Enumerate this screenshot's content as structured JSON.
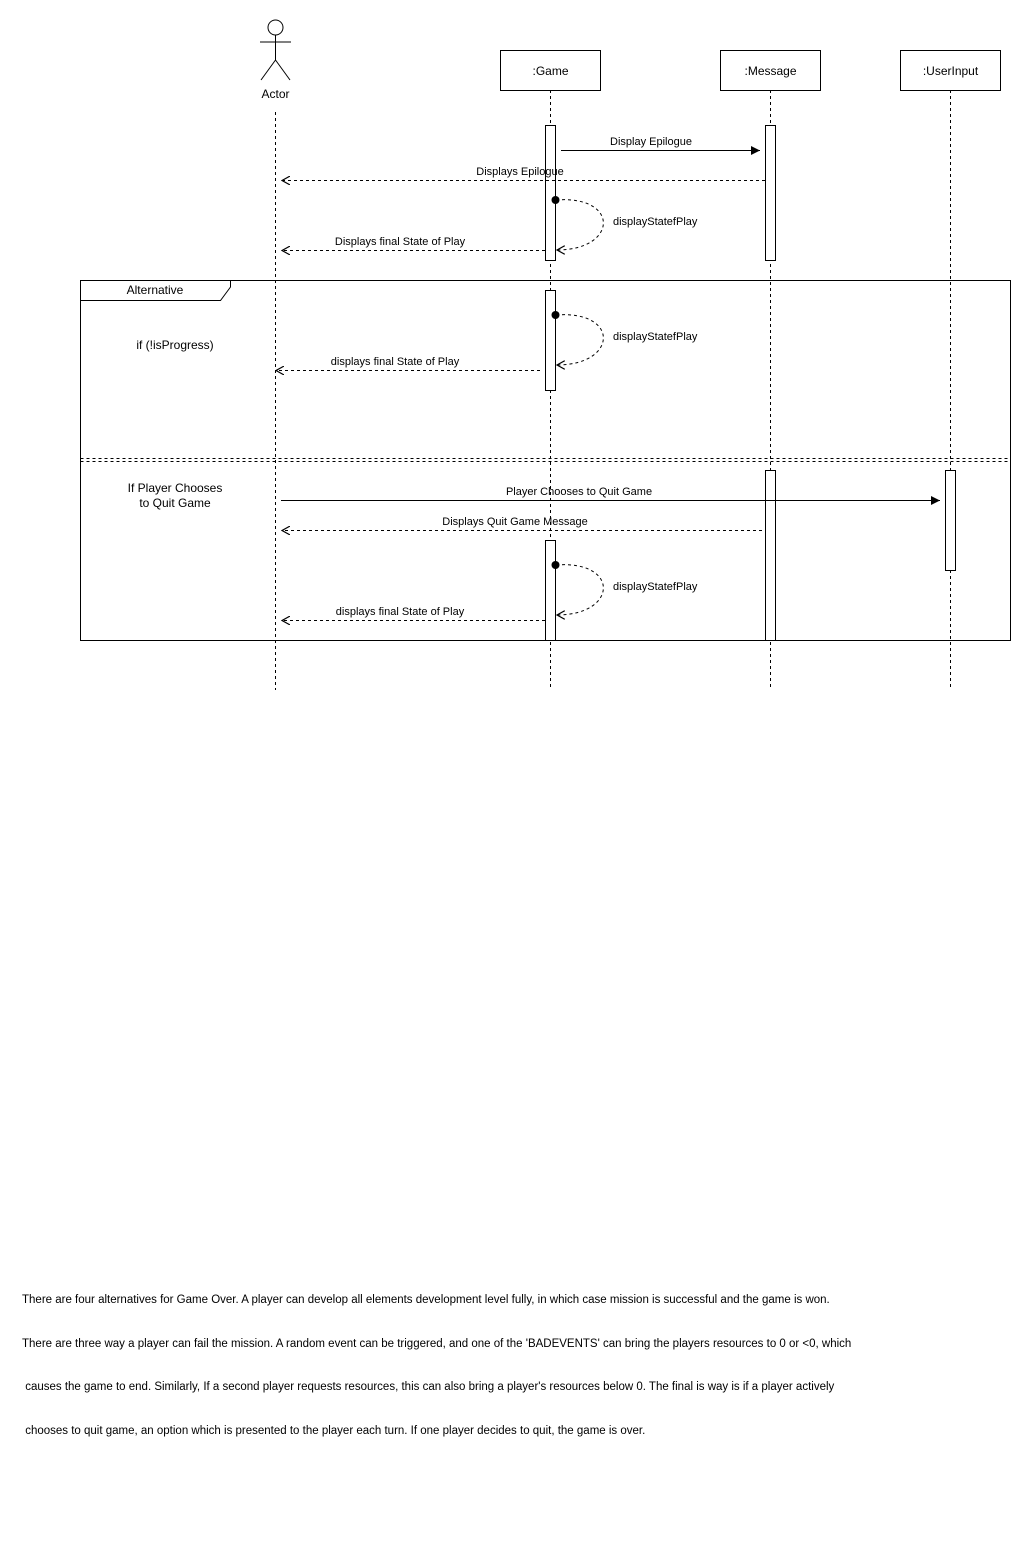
{
  "participants": {
    "actor": "Actor",
    "game": ":Game",
    "message": ":Message",
    "userinput": ":UserInput"
  },
  "messages": {
    "m1": "Display Epilogue",
    "m2": "Displays Epilogue",
    "m3": "displayStatefPlay",
    "m4": "Displays final State of Play"
  },
  "fragment": {
    "operator": "Alternative",
    "guard1": "if (!isProgress)",
    "guard2_line1": "If Player Chooses",
    "guard2_line2": "to Quit Game",
    "alt1": {
      "self_call": "displayStatefPlay",
      "return": "displays final State of Play"
    },
    "alt2": {
      "m1": "Player Chooses to Quit Game",
      "m2": "Displays Quit Game Message",
      "self_call": "displayStatefPlay",
      "return": "displays final State of Play"
    }
  },
  "note": {
    "line1": "There are four alternatives for Game Over. A player can develop all elements development level fully, in which case mission is successful and the game is won.",
    "line2": "There are three way a player can fail the mission. A random event can be triggered, and one of the 'BADEVENTS' can bring the players resources to 0 or <0, which",
    "line3": " causes the game to end. Similarly, If a second player requests resources, this can also bring a player's resources below 0. The final is way is if a player actively",
    "line4": " chooses to quit game, an option which is presented to the player each turn. If one player decides to quit, the game is over."
  }
}
